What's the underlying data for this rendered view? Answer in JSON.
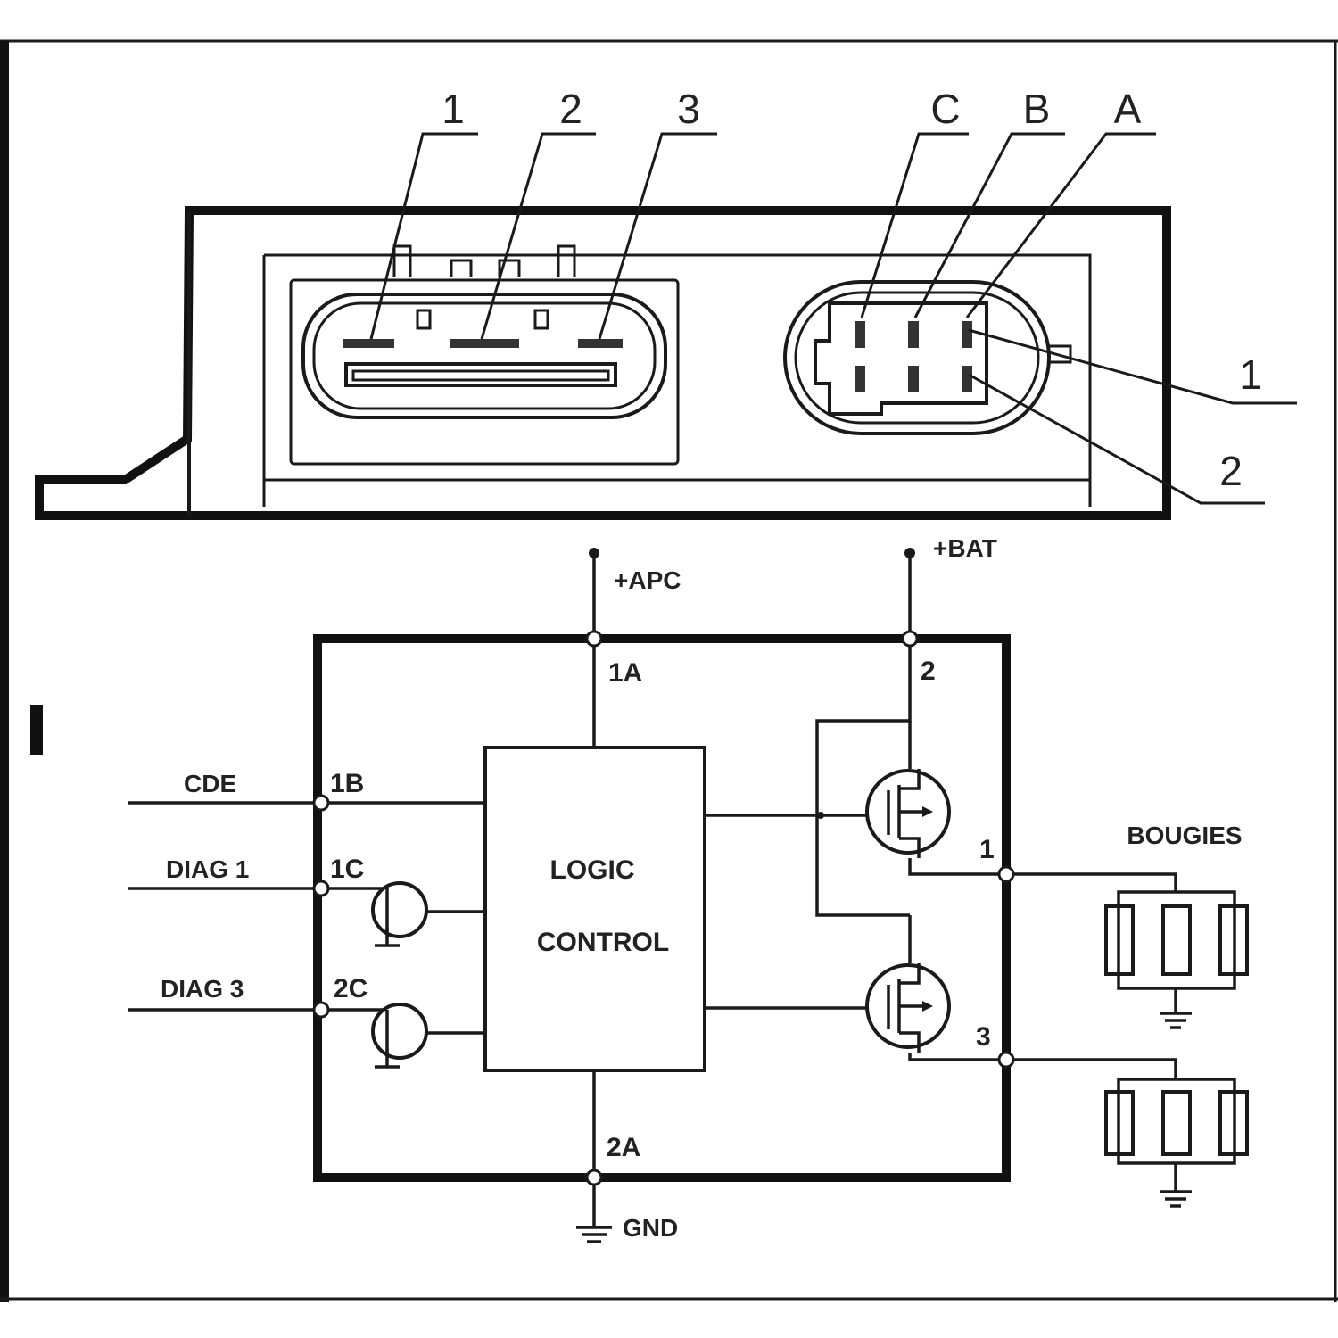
{
  "connector_view": {
    "left_connector_callouts": [
      "1",
      "2",
      "3"
    ],
    "right_connector_callouts": [
      "C",
      "B",
      "A"
    ],
    "right_side_callouts": [
      "1",
      "2"
    ]
  },
  "schematic": {
    "supply_apc": "+APC",
    "supply_bat": "+BAT",
    "ground": "GND",
    "logic_block_line1": "LOGIC",
    "logic_block_line2": "CONTROL",
    "loads_label": "BOUGIES",
    "signals": {
      "cde": "CDE",
      "diag1": "DIAG  1",
      "diag3": "DIAG  3"
    },
    "pins": {
      "p1a": "1A",
      "p1b": "1B",
      "p1c": "1C",
      "p2c": "2C",
      "p2a": "2A",
      "p2": "2",
      "p1": "1",
      "p3": "3"
    }
  }
}
